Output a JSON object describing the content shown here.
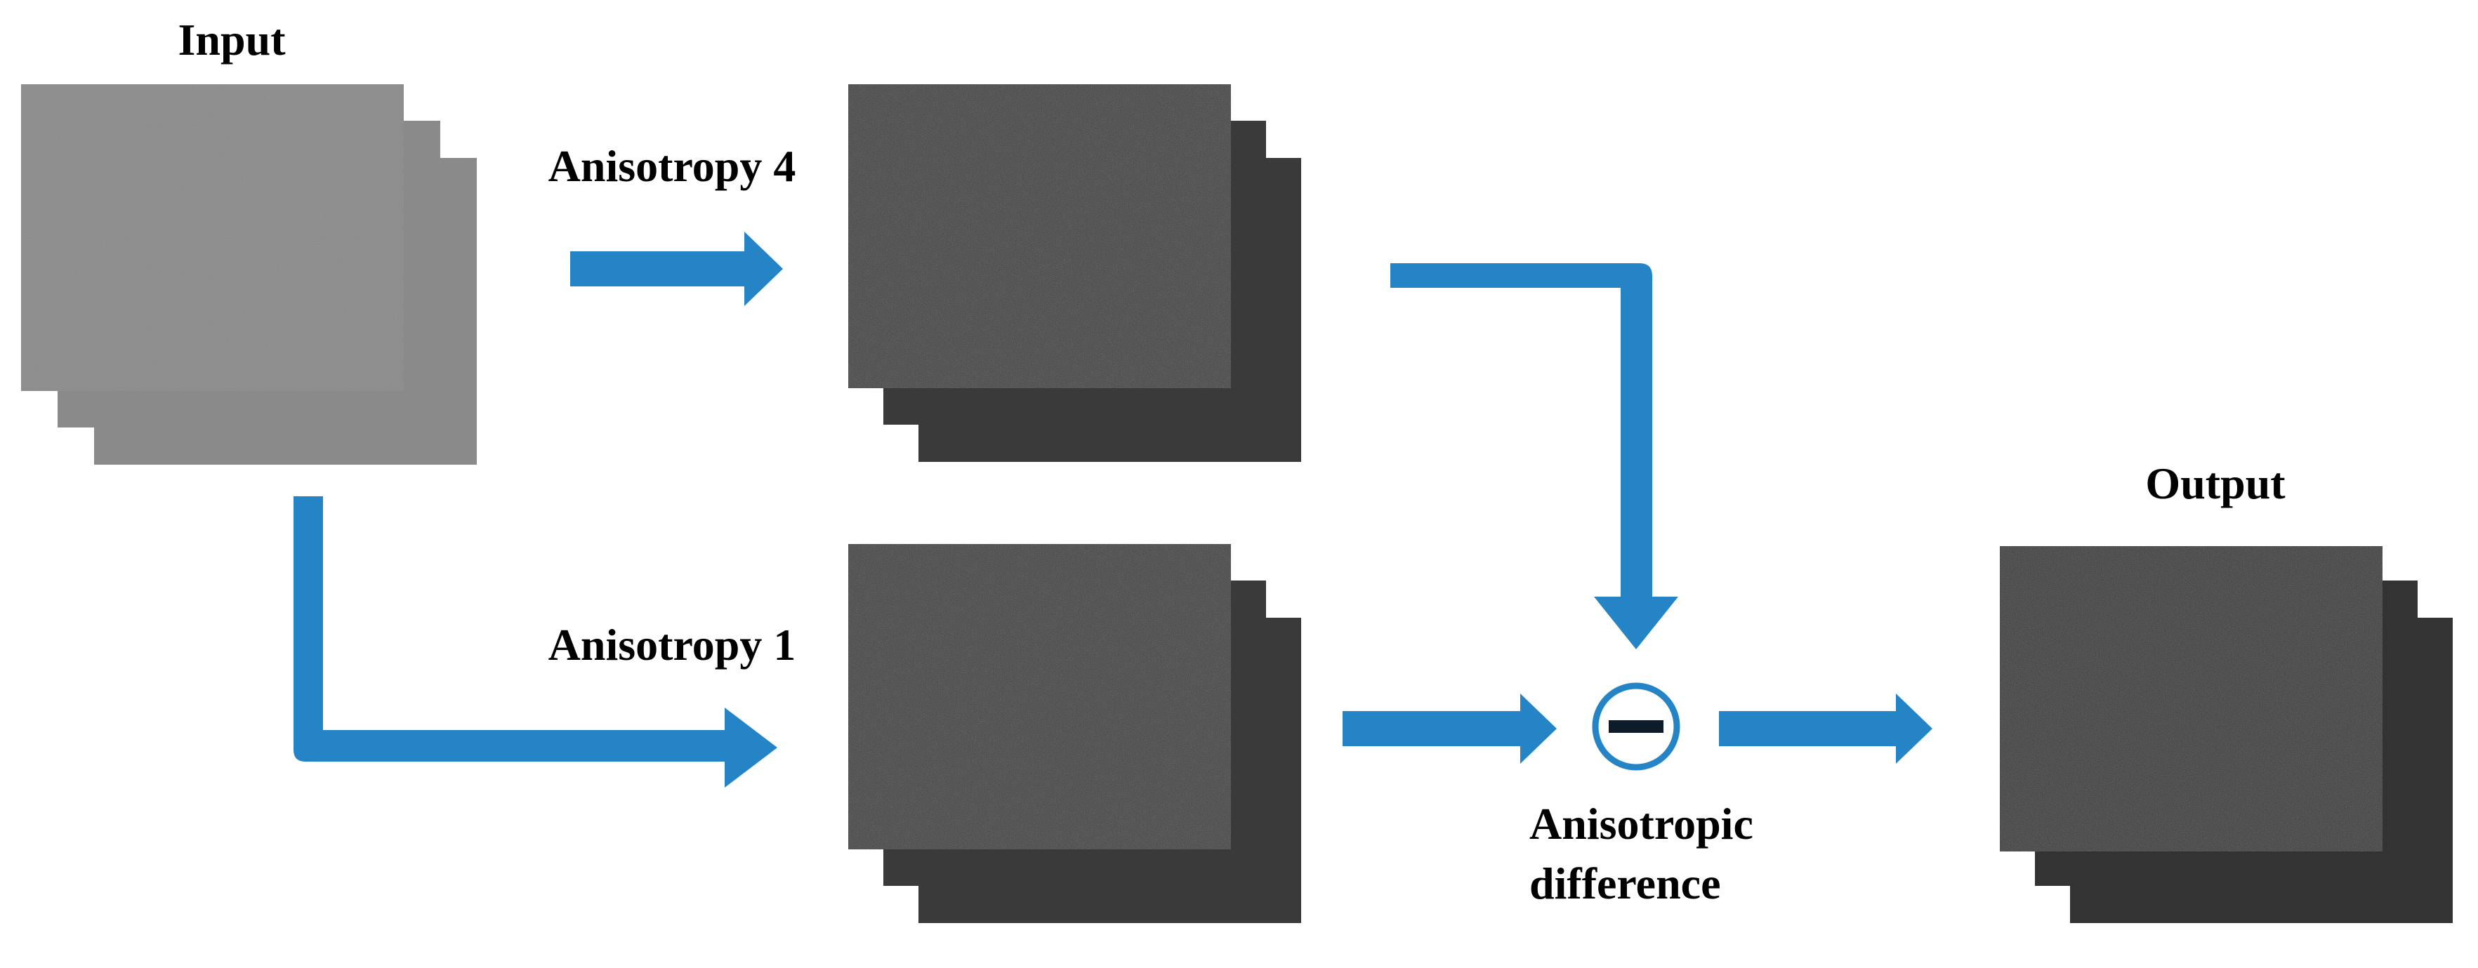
{
  "labels": {
    "input": "Input",
    "anisotropy_4": "Anisotropy 4",
    "anisotropy_1": "Anisotropy 1",
    "output": "Output",
    "difference_line1": "Anisotropic",
    "difference_line2": "difference"
  },
  "colors": {
    "arrow": "#2484c6",
    "input_image": "#8a8a8a",
    "feature_image": "#3a3a3a",
    "output_image": "#333333",
    "operator_ring": "#2484c6",
    "operator_bar": "#0d1b2a"
  },
  "icons": {
    "operator": "minus-circle-icon",
    "image_stack": "image-stack-icon",
    "flow_arrow": "arrow-right-icon"
  }
}
